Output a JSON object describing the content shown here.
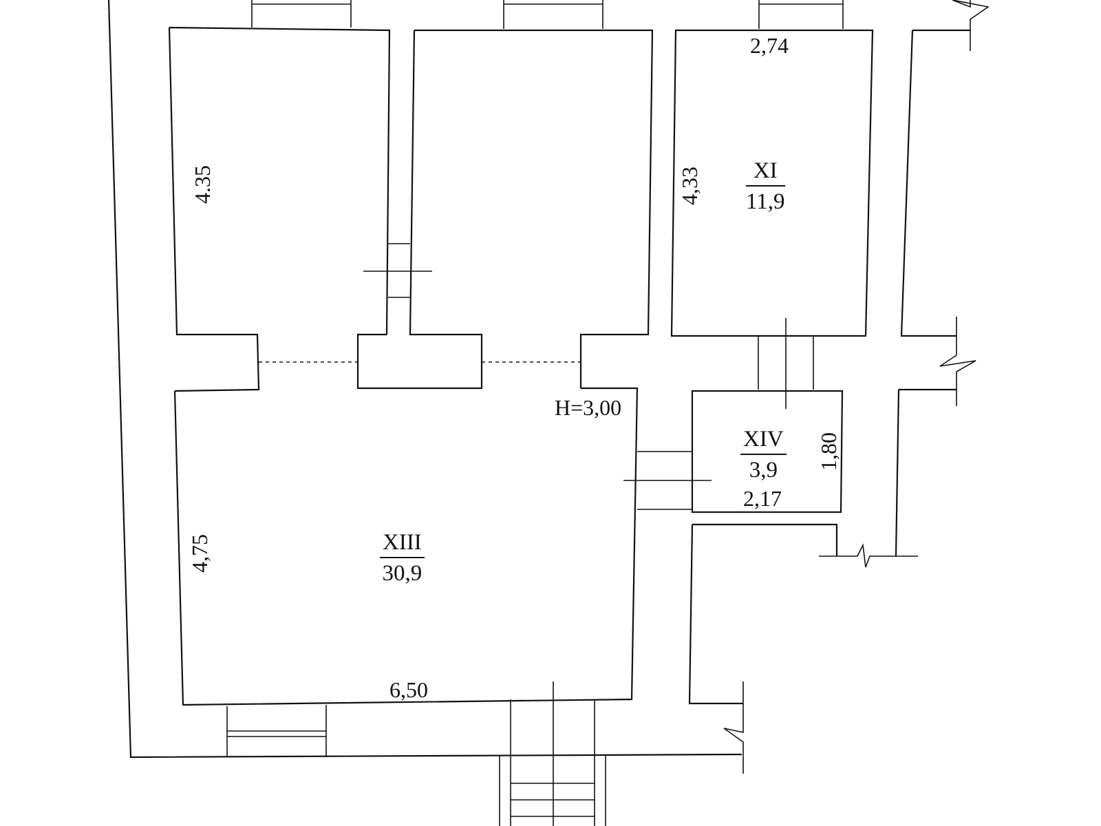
{
  "rooms": {
    "xi": {
      "number": "XI",
      "area": "11,9"
    },
    "xiii": {
      "number": "XIII",
      "area": "30,9"
    },
    "xiv": {
      "number": "XIV",
      "area": "3,9"
    }
  },
  "dimensions": {
    "top_right_width": "2,74",
    "left_top_height": "4.35",
    "xi_height": "4,33",
    "ceiling_height": "H=3,00",
    "xiv_height": "1,80",
    "xiv_width": "2,17",
    "xiii_height": "4,75",
    "xiii_width": "6,50"
  }
}
